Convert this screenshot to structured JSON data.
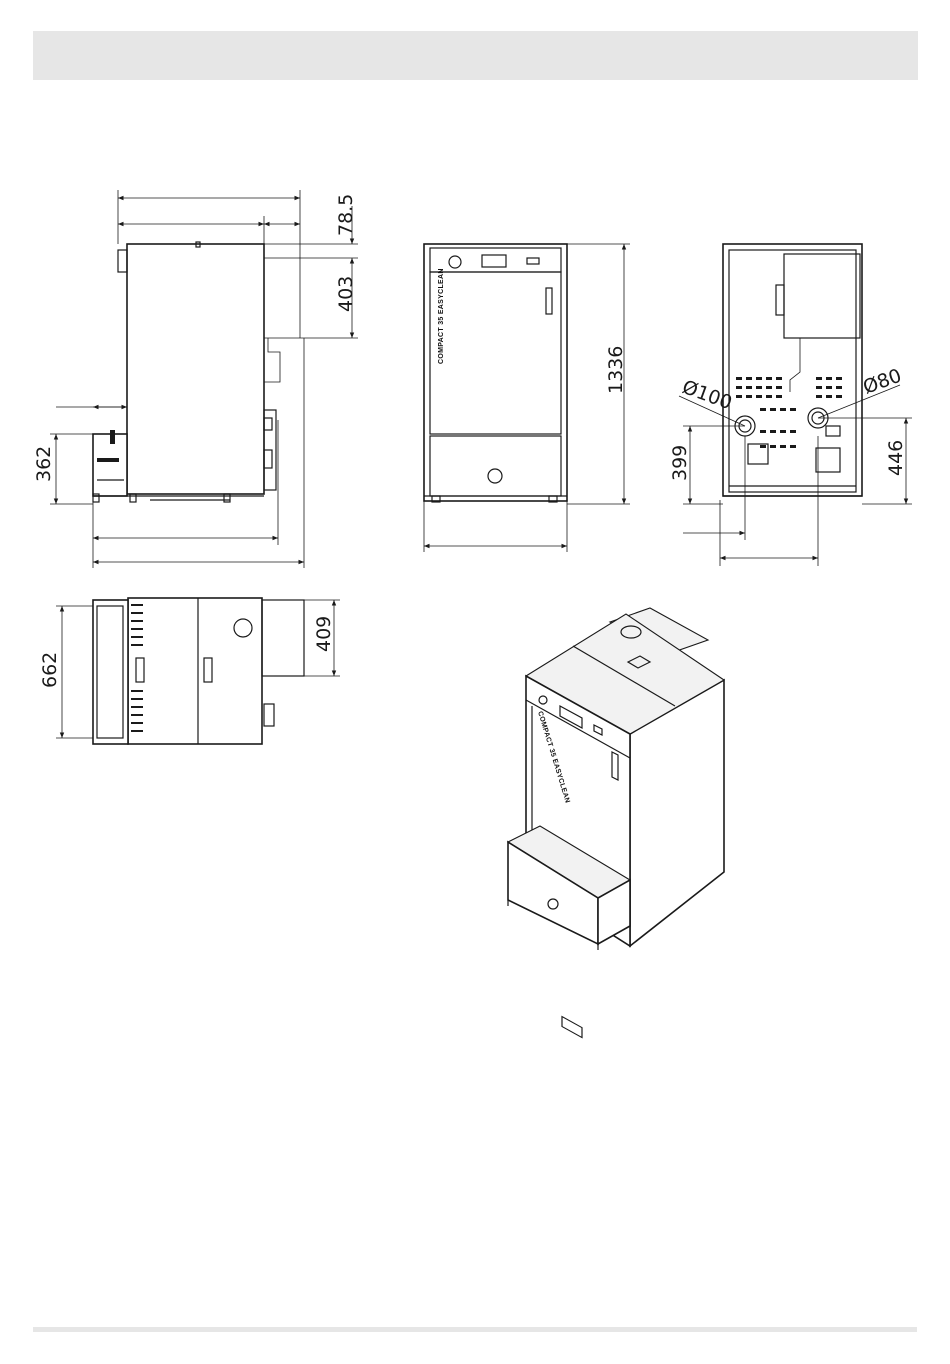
{
  "dimensions": {
    "side_top_offset": "78.5",
    "side_flue_height": "403",
    "side_hopper_height": "362",
    "front_total_height": "1336",
    "rear_flue_diameter": "Ø100",
    "rear_air_diameter": "Ø80",
    "rear_flue_height": "399",
    "rear_air_height": "446",
    "top_depth": "662",
    "top_flue_depth": "409"
  },
  "labels": {
    "front_model": "COMPACT 35 EASYCLEAN",
    "iso_model": "COMPACT 35 EASYCLEAN"
  },
  "icons": [
    "dimension-arrow-icon",
    "brand-logo-icon",
    "vent-grille-icon"
  ]
}
